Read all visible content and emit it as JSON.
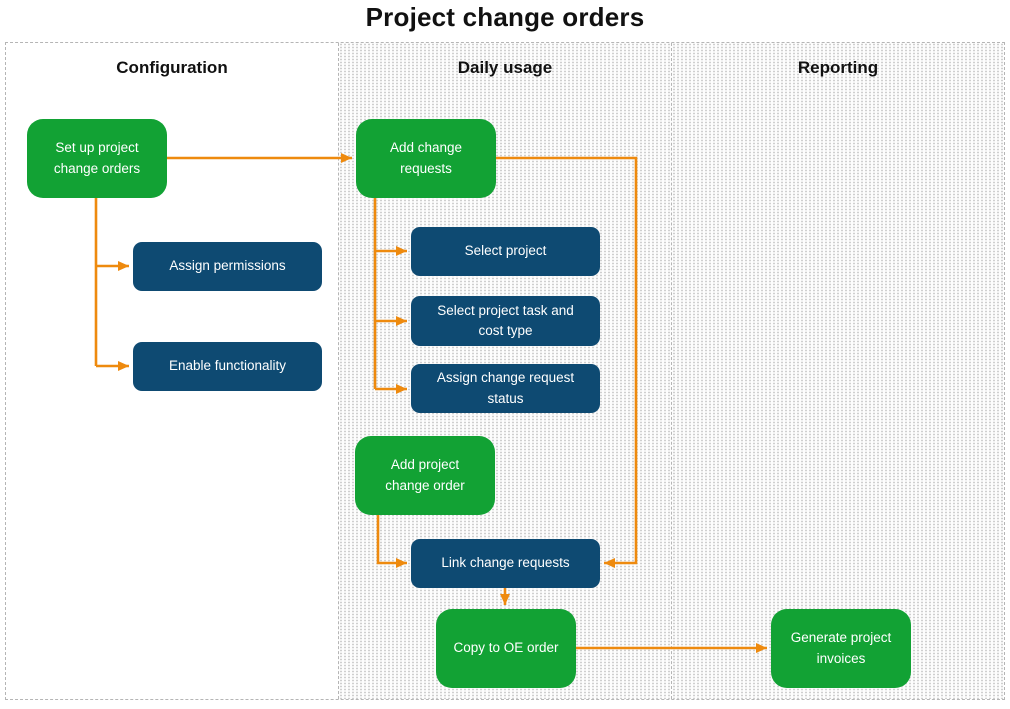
{
  "title": "Project change orders",
  "columns": [
    {
      "id": "configuration",
      "label": "Configuration"
    },
    {
      "id": "daily-usage",
      "label": "Daily usage"
    },
    {
      "id": "reporting",
      "label": "Reporting"
    }
  ],
  "nodes": [
    {
      "id": "set-up-project-change-orders",
      "label": "Set up project change orders",
      "type": "primary",
      "column": "configuration"
    },
    {
      "id": "assign-permissions",
      "label": "Assign permissions",
      "type": "sub-step",
      "column": "configuration"
    },
    {
      "id": "enable-functionality",
      "label": "Enable functionality",
      "type": "sub-step",
      "column": "configuration"
    },
    {
      "id": "add-change-requests",
      "label": "Add change requests",
      "type": "primary",
      "column": "daily-usage"
    },
    {
      "id": "select-project",
      "label": "Select project",
      "type": "sub-step",
      "column": "daily-usage"
    },
    {
      "id": "select-project-task-and-cost-type",
      "label": "Select project task and cost type",
      "type": "sub-step",
      "column": "daily-usage"
    },
    {
      "id": "assign-change-request-status",
      "label": "Assign change request status",
      "type": "sub-step",
      "column": "daily-usage"
    },
    {
      "id": "add-project-change-order",
      "label": "Add project change order",
      "type": "primary",
      "column": "daily-usage"
    },
    {
      "id": "link-change-requests",
      "label": "Link change requests",
      "type": "sub-step",
      "column": "daily-usage"
    },
    {
      "id": "copy-to-oe-order",
      "label": "Copy to OE order",
      "type": "primary",
      "column": "daily-usage"
    },
    {
      "id": "generate-project-invoices",
      "label": "Generate project invoices",
      "type": "primary",
      "column": "reporting"
    }
  ],
  "edges": [
    {
      "from": "set-up-project-change-orders",
      "to": "add-change-requests"
    },
    {
      "from": "set-up-project-change-orders",
      "to": "assign-permissions"
    },
    {
      "from": "set-up-project-change-orders",
      "to": "enable-functionality"
    },
    {
      "from": "add-change-requests",
      "to": "select-project"
    },
    {
      "from": "add-change-requests",
      "to": "select-project-task-and-cost-type"
    },
    {
      "from": "add-change-requests",
      "to": "assign-change-request-status"
    },
    {
      "from": "add-change-requests",
      "to": "link-change-requests"
    },
    {
      "from": "add-project-change-order",
      "to": "link-change-requests"
    },
    {
      "from": "link-change-requests",
      "to": "copy-to-oe-order"
    },
    {
      "from": "copy-to-oe-order",
      "to": "generate-project-invoices"
    }
  ],
  "theme": {
    "green": "#12A234",
    "blue": "#0E4A72",
    "orange": "#EE8A0E",
    "border": "#B5B5B5",
    "dot": "#CFCFCF",
    "text_dark": "#111111",
    "text_light": "#FFFFFF"
  }
}
